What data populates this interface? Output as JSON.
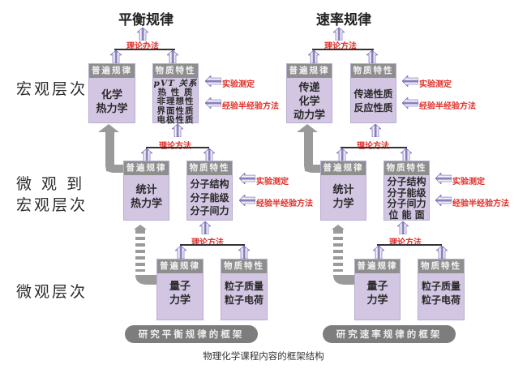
{
  "level_labels": {
    "macro": "宏观层次",
    "micro_to_macro_line1": "微 观 到",
    "micro_to_macro_line2": "宏观层次",
    "micro": "微观层次"
  },
  "columns": [
    {
      "title": "平衡规律",
      "footer": "研究平衡规律的框架",
      "levels": [
        {
          "method": "理论办法",
          "law_box": {
            "header": "普遍规律",
            "lines": [
              "化学",
              "热力学"
            ]
          },
          "property_box": {
            "header": "物质特性",
            "lines": [
              "pVT 关系",
              "热 性 质",
              "非理想性",
              "界面性质",
              "电极性质"
            ]
          },
          "side_inputs": [
            "实验测定",
            "经验半经验方法"
          ]
        },
        {
          "method": "理论方法",
          "law_box": {
            "header": "普遍规律",
            "lines": [
              "统计",
              "热力学"
            ]
          },
          "property_box": {
            "header": "物质特性",
            "lines": [
              "分子结构",
              "分子能级",
              "分子间力"
            ]
          },
          "side_inputs": [
            "实验测定",
            "经验半经验方法"
          ]
        },
        {
          "method": "理论方法",
          "law_box": {
            "header": "普遍规律",
            "lines": [
              "量子",
              "力学"
            ]
          },
          "property_box": {
            "header": "物质特性",
            "lines": [
              "粒子质量",
              "粒子电荷"
            ]
          }
        }
      ]
    },
    {
      "title": "速率规律",
      "footer": "研究速率规律的框架",
      "levels": [
        {
          "method": "理论方法",
          "law_box": {
            "header": "普遍规律",
            "lines": [
              "传递",
              "化学",
              "动力学"
            ]
          },
          "property_box": {
            "header": "物质特性",
            "lines": [
              "传递性质",
              "反应性质"
            ]
          },
          "side_inputs": [
            "实验测定",
            "经验半经验方法"
          ]
        },
        {
          "method": "理论方法",
          "law_box": {
            "header": "普遍规律",
            "lines": [
              "统计",
              "力学"
            ]
          },
          "property_box": {
            "header": "物质特性",
            "lines": [
              "分子结构",
              "分子能级",
              "分子间力",
              "位 能 面"
            ]
          },
          "side_inputs": [
            "实验测定",
            "经验半经验方法"
          ]
        },
        {
          "method": "理论方法",
          "law_box": {
            "header": "普遍规律",
            "lines": [
              "量子",
              "力学"
            ]
          },
          "property_box": {
            "header": "物质特性",
            "lines": [
              "粒子质量",
              "粒子电荷"
            ]
          }
        }
      ]
    }
  ],
  "caption": "物理化学课程内容的框架结构",
  "colors": {
    "box_fill": "#d2c6e3",
    "box_header": "#8e8e8e",
    "method_text": "#e0302a",
    "arrow_purple": "#8a7fc0",
    "grey_arrow": "#9a9a9a",
    "footer_pill": "#7d7d7d"
  }
}
